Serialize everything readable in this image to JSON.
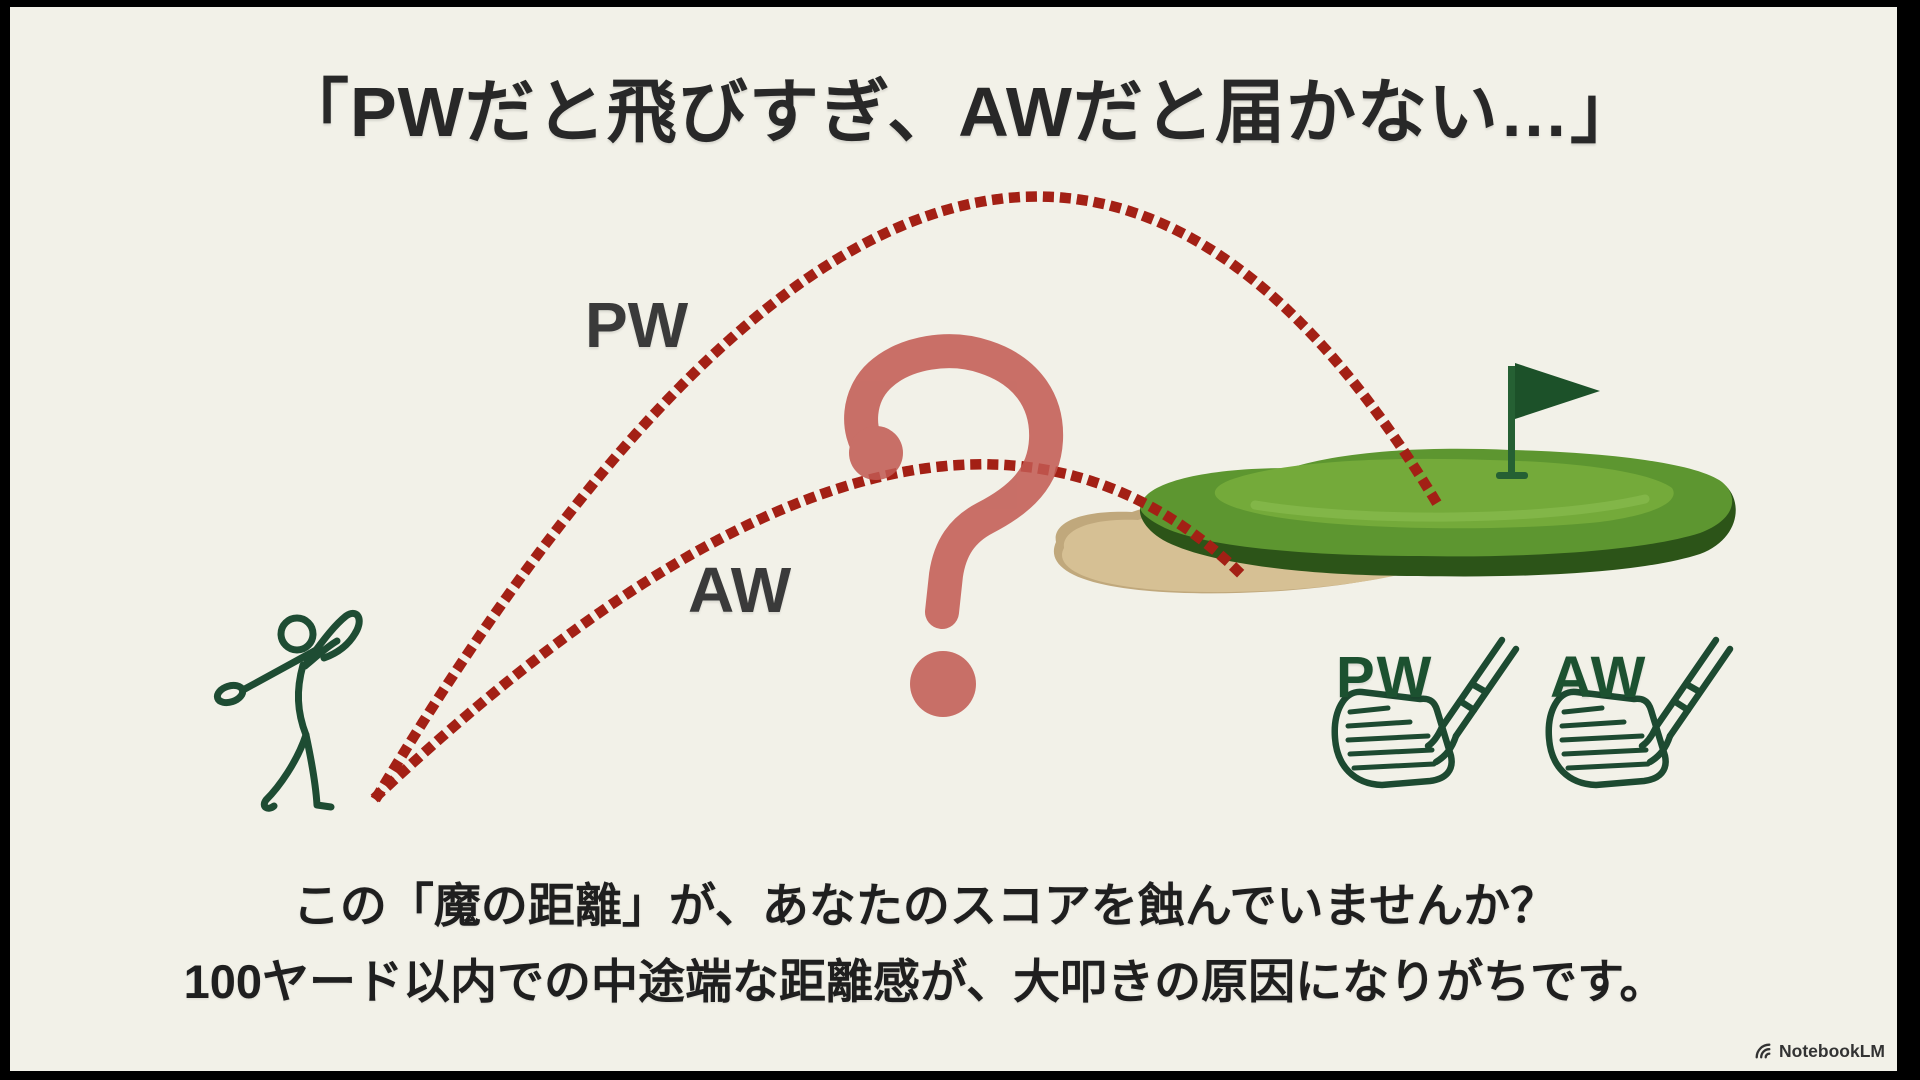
{
  "slide": {
    "title": "「PWだと飛びすぎ、AWだと届かない…」",
    "trajectories": [
      {
        "label": "PW"
      },
      {
        "label": "AW"
      }
    ],
    "question_mark": "?",
    "clubs": [
      {
        "label": "PW"
      },
      {
        "label": "AW"
      }
    ],
    "footer_lines": [
      "この「魔の距離」が、あなたのスコアを蝕んでいませんか？",
      "100ヤード以内での中途端な距離感が、大叩きの原因になりがちです。"
    ],
    "watermark": "NotebookLM",
    "icons": {
      "golfer": "golfer-swing-icon",
      "green": "putting-green-icon",
      "flag": "pin-flag-icon",
      "bunker": "sand-bunker-icon",
      "question": "question-mark-icon",
      "club": "wedge-club-icon",
      "logo": "notebooklm-logo-icon"
    },
    "colors": {
      "background": "#f2f1e8",
      "frame": "#000000",
      "title_text": "#282828",
      "trajectory_red": "#a32015",
      "question_mark": "#c25a52",
      "golfer_green": "#1e4c33",
      "club_green": "#1c5130",
      "green_light": "#74aa3a",
      "green_mid": "#5d9630",
      "green_dark": "#2c5418",
      "sand": "#d6c094",
      "sand_shadow": "#c0a87c",
      "flag_green": "#1c5129"
    }
  }
}
